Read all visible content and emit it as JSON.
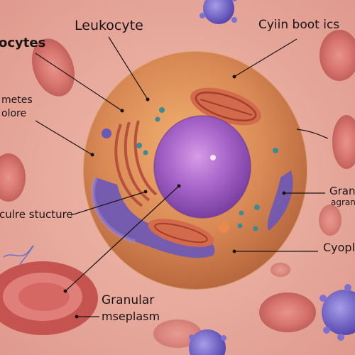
{
  "labels": {
    "leukocyte": "Leukocyte",
    "ocytes": "ocytes",
    "cyiin_boot": "Cyiin boot ics",
    "metes": "metes",
    "olore": "olore",
    "culre_structure": "culre stucture",
    "gran": "Gran",
    "agran": "agran",
    "cyopla": "Cyopla",
    "granular": "Granular",
    "mseplasm": "mseplasm"
  },
  "colors": {
    "background": "#e8a89c",
    "cytoplasm": "#d98a55",
    "nucleus": "#9a5bc0",
    "granule_clusters": "#6a58b8",
    "red_blood_cell": "#c85a58",
    "virus": "#6a5ac8",
    "leader_line": "#1c1414"
  }
}
